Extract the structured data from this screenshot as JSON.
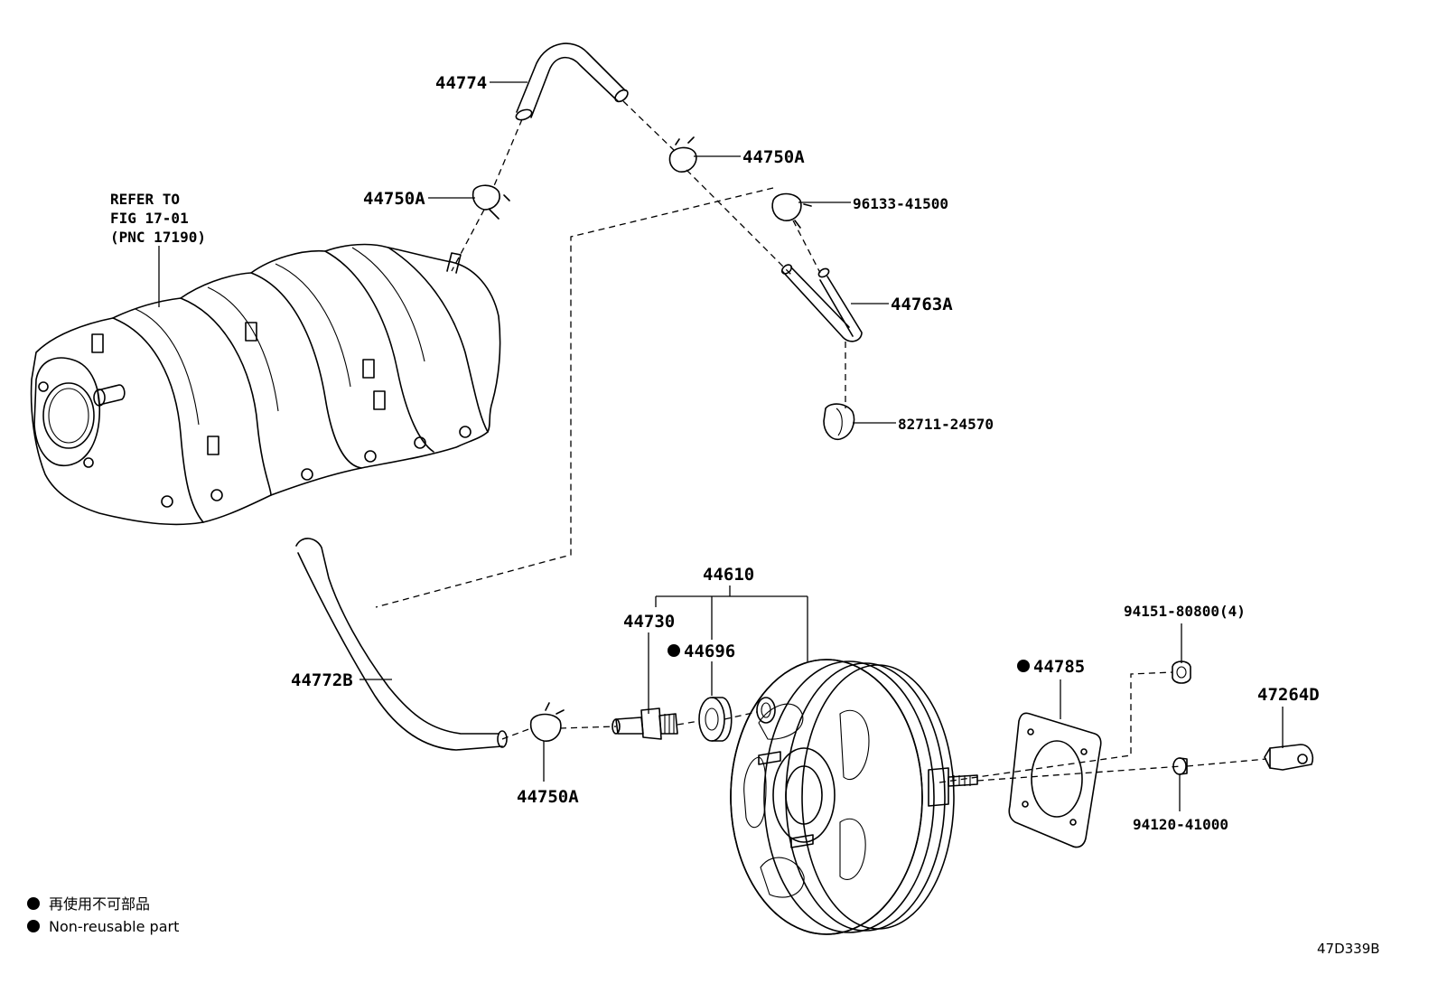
{
  "callouts": {
    "p44774": "44774",
    "p44750a_top": "44750A",
    "p44750a_left": "44750A",
    "p96133": "96133-41500",
    "p44763a": "44763A",
    "p82711": "82711-24570",
    "refer_line1": "REFER TO",
    "refer_line2": "FIG 17-01",
    "refer_line3": "(PNC 17190)",
    "p44610": "44610",
    "p44730": "44730",
    "p44696": "44696",
    "p44785": "44785",
    "p94151": "94151-80800(4)",
    "p47264d": "47264D",
    "p44772b": "44772B",
    "p44750a_bottom": "44750A",
    "p94120": "94120-41000"
  },
  "legend": {
    "non_reusable_jp": "再使用不可部品",
    "non_reusable_en": "Non-reusable part"
  },
  "figure_code": "47D339B"
}
